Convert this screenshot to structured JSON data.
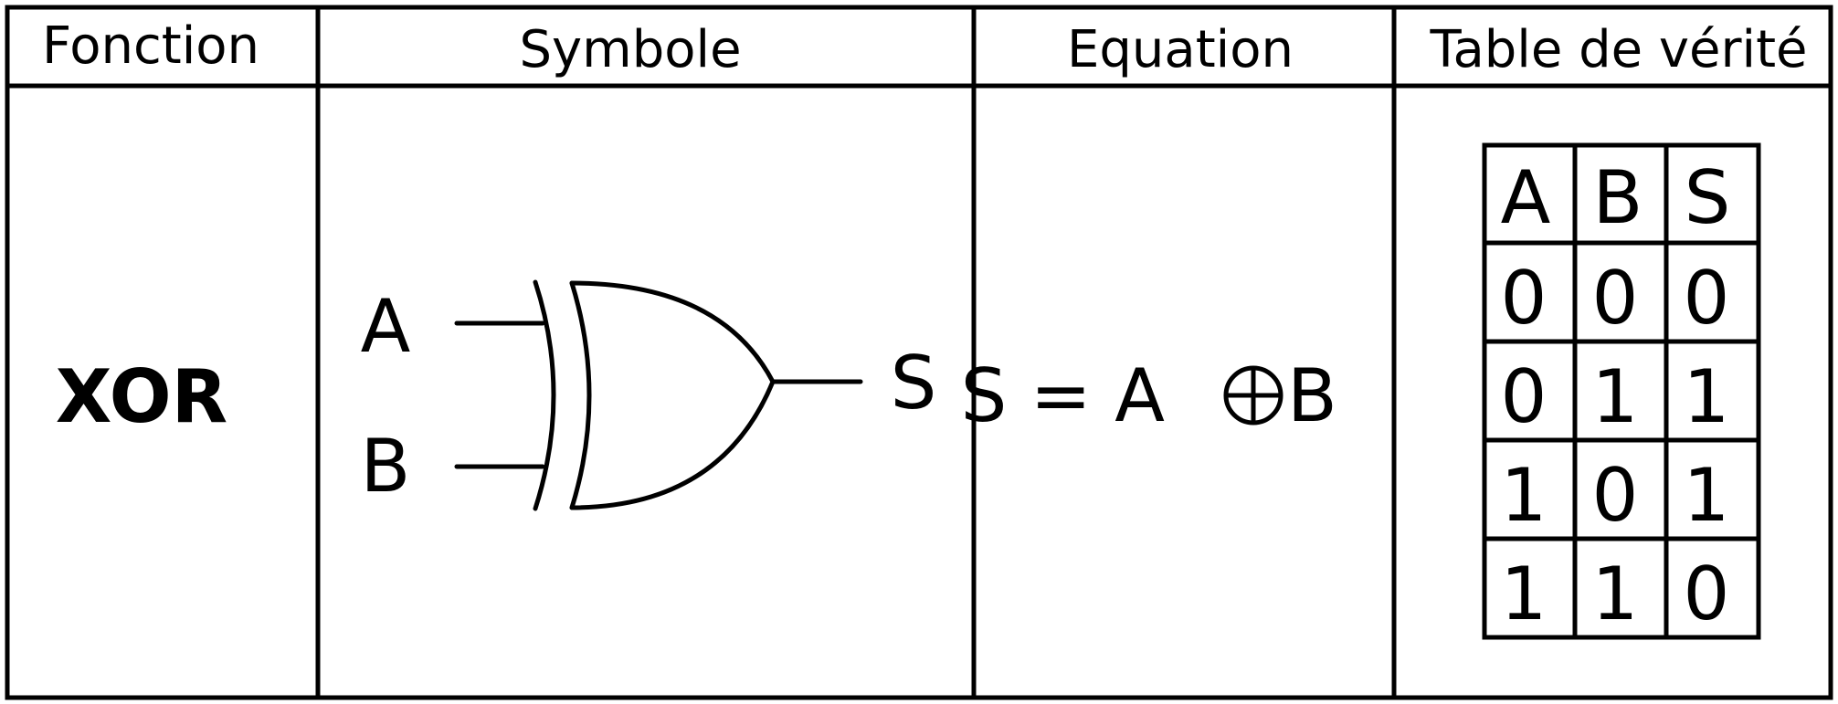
{
  "headers": {
    "function": "Fonction",
    "symbol": "Symbole",
    "equation": "Equation",
    "truth_table": "Table de vérité"
  },
  "function_name": "XOR",
  "symbol": {
    "input_a": "A",
    "input_b": "B",
    "output": "S"
  },
  "equation": {
    "left": "S = A",
    "operator": "⊕",
    "right": "B"
  },
  "truth_table": {
    "columns": [
      "A",
      "B",
      "S"
    ],
    "rows": [
      [
        "0",
        "0",
        "0"
      ],
      [
        "0",
        "1",
        "1"
      ],
      [
        "1",
        "0",
        "1"
      ],
      [
        "1",
        "1",
        "0"
      ]
    ]
  }
}
